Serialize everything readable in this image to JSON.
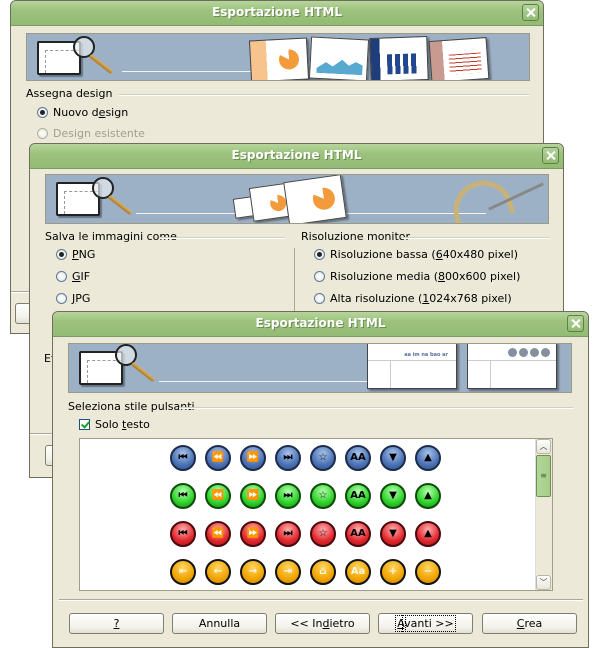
{
  "windows": [
    {
      "title": "Esportazione HTML",
      "group_label": "Assegna design",
      "radios": [
        {
          "label_pre": "Nuovo d",
          "label_u": "e",
          "label_post": "sign",
          "selected": true,
          "enabled": true
        },
        {
          "label_pre": "Design esistente",
          "label_u": "",
          "label_post": "",
          "selected": false,
          "enabled": false
        }
      ]
    },
    {
      "title": "Esportazione HTML",
      "images_group_label": "Salva le immagini come",
      "image_formats": [
        {
          "label_u": "P",
          "label_post": "NG",
          "selected": true
        },
        {
          "label_u": "G",
          "label_post": "IF",
          "selected": false
        },
        {
          "label_u": "J",
          "label_post": "PG",
          "selected": false
        }
      ],
      "resolution_group_label": "Risoluzione monitor",
      "resolutions": [
        {
          "label_pre": "Risoluzione bassa (",
          "label_u": "6",
          "label_post": "40x480 pixel)",
          "selected": true
        },
        {
          "label_pre": "Risoluzione media (",
          "label_u": "8",
          "label_post": "00x600 pixel)",
          "selected": false
        },
        {
          "label_pre": "Alta risoluzione (",
          "label_u": "1",
          "label_post": "024x768 pixel)",
          "selected": false
        }
      ],
      "partial_label": "Ef"
    },
    {
      "title": "Esportazione HTML",
      "group_label": "Seleziona stile pulsanti",
      "checkbox": {
        "label_pre": "Solo ",
        "label_u": "t",
        "label_post": "esto",
        "checked": true
      },
      "button_styles": [
        {
          "color": "blue",
          "icons": [
            "first-icon",
            "rewind-icon",
            "forward-icon",
            "last-icon",
            "star-icon",
            "text-size-icon",
            "down-icon",
            "up-icon"
          ]
        },
        {
          "color": "green",
          "icons": [
            "first-icon",
            "rewind-icon",
            "forward-icon",
            "last-icon",
            "star-icon",
            "text-size-icon",
            "down-icon",
            "up-icon"
          ]
        },
        {
          "color": "red",
          "icons": [
            "first-icon",
            "rewind-icon",
            "forward-icon",
            "last-icon",
            "star-icon",
            "text-size-icon",
            "down-icon",
            "up-icon"
          ]
        },
        {
          "color": "yellow",
          "icons": [
            "first-arrow-icon",
            "left-arrow-icon",
            "right-arrow-icon",
            "last-arrow-icon",
            "home-icon",
            "text-aa-icon",
            "plus-icon",
            "minus-icon"
          ]
        }
      ],
      "glyphs": {
        "first-icon": "⏮",
        "rewind-icon": "⏪",
        "forward-icon": "⏩",
        "last-icon": "⏭",
        "star-icon": "☆",
        "text-size-icon": "AA",
        "down-icon": "▼",
        "up-icon": "▲",
        "first-arrow-icon": "⇤",
        "left-arrow-icon": "←",
        "right-arrow-icon": "→",
        "last-arrow-icon": "⇥",
        "home-icon": "⌂",
        "text-aa-icon": "Aa",
        "plus-icon": "+",
        "minus-icon": "−"
      },
      "buttons": {
        "help": {
          "label_pre": "",
          "label_u": "?",
          "label_post": ""
        },
        "cancel": {
          "label_pre": "Annulla",
          "label_u": "",
          "label_post": ""
        },
        "back": {
          "label_pre": "<< In",
          "label_u": "d",
          "label_post": "ietro"
        },
        "next": {
          "label_pre": "",
          "label_u": "A",
          "label_post": "vanti >>"
        },
        "create": {
          "label_pre": "",
          "label_u": "C",
          "label_post": "rea"
        }
      },
      "banner_thumb_text": "aa im na bao ar"
    }
  ]
}
